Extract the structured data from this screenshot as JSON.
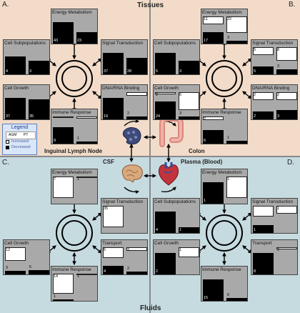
{
  "quadrant_labels": {
    "a": "A.",
    "b": "B.",
    "c": "C.",
    "d": "D."
  },
  "sections": {
    "tissues": "Tissues",
    "fluids": "Fluids"
  },
  "sublabels": {
    "ln": "Inguinal Lymph Node",
    "colon": "Colon",
    "csf": "CSF",
    "plasma": "Plasma (Blood)"
  },
  "legend": {
    "title": "Legend",
    "col_agm": "AGM",
    "col_pt": "PT",
    "increased": "Increased",
    "decreased": "Decreased"
  },
  "colors": {
    "tissue_bg": "#f2dcc9",
    "fluid_bg": "#c6dbe0",
    "panel_bg": "#a9a9a9",
    "increased": "#ffffff",
    "decreased": "#000000"
  },
  "icons": [
    "lymph-node-icon",
    "colon-icon",
    "brain-icon",
    "heart-icon"
  ],
  "categories": [
    "Energy Metabolism",
    "Cell Subpopulations",
    "Signal Transduction",
    "Cell Growth",
    "DNA/RNA Binding",
    "Immune Response",
    "Transport"
  ],
  "quadrants": {
    "a": {
      "name": "Inguinal Lymph Node",
      "panels": {
        "energy": {
          "title": "Energy Metabolism",
          "agm": {
            "inc": "",
            "dec": "43",
            "inc_frac": 0,
            "dec_frac": 0.78
          },
          "pt": {
            "inc": "",
            "dec": "23",
            "inc_frac": 0,
            "dec_frac": 0.42
          }
        },
        "cellsub": {
          "title": "Cell Subpopulations",
          "agm": {
            "inc": "",
            "dec": "4",
            "inc_frac": 0,
            "dec_frac": 0.66
          },
          "pt": {
            "inc": "",
            "dec": "3",
            "inc_frac": 0,
            "dec_frac": 0.5
          }
        },
        "signal": {
          "title": "Signal Transduction",
          "agm": {
            "inc": "",
            "dec": "37",
            "inc_frac": 0,
            "dec_frac": 0.78
          },
          "pt": {
            "inc": "",
            "dec": "28",
            "inc_frac": 0,
            "dec_frac": 0.6
          }
        },
        "growth": {
          "title": "Cell Growth",
          "agm": {
            "inc": "",
            "dec": "37",
            "inc_frac": 0,
            "dec_frac": 0.78
          },
          "pt": {
            "inc": "",
            "dec": "35",
            "inc_frac": 0,
            "dec_frac": 0.74
          }
        },
        "dna": {
          "title": "DNA/RNA Binding",
          "agm": {
            "inc": "",
            "dec": "19",
            "inc_frac": 0,
            "dec_frac": 0.78
          },
          "pt": {
            "inc": "",
            "dec": "2",
            "inc_frac": 0.12,
            "dec_frac": 0.1
          }
        },
        "immune": {
          "title": "Immune Response",
          "agm": {
            "inc": "",
            "dec": "9",
            "inc_frac": 0.05,
            "dec_frac": 0.6
          },
          "pt": {
            "inc": "",
            "dec": "1",
            "inc_frac": 0.08,
            "dec_frac": 0.08
          }
        }
      }
    },
    "b": {
      "name": "Colon",
      "panels": {
        "energy": {
          "title": "Energy Metabolism",
          "agm": {
            "inc": "11",
            "dec": "17",
            "inc_frac": 0.3,
            "dec_frac": 0.42
          },
          "pt": {
            "inc": "22",
            "dec": "3",
            "inc_frac": 0.6,
            "dec_frac": 0.1
          }
        },
        "cellsub": {
          "title": "Cell Subpopulations",
          "agm": {
            "inc": "",
            "dec": "5",
            "inc_frac": 0,
            "dec_frac": 0.78
          },
          "pt": {
            "inc": "",
            "dec": "3",
            "inc_frac": 0,
            "dec_frac": 0.5
          }
        },
        "signal": {
          "title": "Signal Transduction",
          "agm": {
            "inc": "5",
            "dec": "5",
            "inc_frac": 0.3,
            "dec_frac": 0.3
          },
          "pt": {
            "inc": "8",
            "dec": "3",
            "inc_frac": 0.5,
            "dec_frac": 0.18
          }
        },
        "growth": {
          "title": "Cell Growth",
          "agm": {
            "inc": "2",
            "dec": "24",
            "inc_frac": 0.08,
            "dec_frac": 0.66
          },
          "pt": {
            "inc": "6",
            "dec": "3",
            "inc_frac": 0.66,
            "dec_frac": 0.1
          }
        },
        "dna": {
          "title": "DNA/RNA Binding",
          "agm": {
            "inc": "2",
            "dec": "2",
            "inc_frac": 0.3,
            "dec_frac": 0.3
          },
          "pt": {
            "inc": "2",
            "dec": "3",
            "inc_frac": 0.28,
            "dec_frac": 0.34
          }
        },
        "immune": {
          "title": "Immune Response",
          "agm": {
            "inc": "2",
            "dec": "6",
            "inc_frac": 0.12,
            "dec_frac": 0.5
          },
          "pt": {
            "inc": "",
            "dec": "1",
            "inc_frac": 0,
            "dec_frac": 0.1
          }
        }
      }
    },
    "c": {
      "name": "CSF",
      "panels": {
        "energy": {
          "title": "Energy Metabolism",
          "agm": {
            "inc": "7",
            "dec": "",
            "inc_frac": 0.78,
            "dec_frac": 0
          },
          "pt": {
            "inc": "1",
            "dec": "",
            "inc_frac": 0.06,
            "dec_frac": 0
          }
        },
        "signal": {
          "title": "Signal Transduction",
          "agm": {
            "inc": "35",
            "dec": "",
            "inc_frac": 0.78,
            "dec_frac": 0
          },
          "pt": {
            "inc": "",
            "dec": "",
            "inc_frac": 0,
            "dec_frac": 0
          }
        },
        "growth": {
          "title": "Cell Growth",
          "agm": {
            "inc": "12",
            "dec": "3",
            "inc_frac": 0.5,
            "dec_frac": 0.12
          },
          "pt": {
            "inc": "",
            "dec": "5",
            "inc_frac": 0,
            "dec_frac": 0.16
          }
        },
        "transport": {
          "title": "Transport",
          "agm": {
            "inc": "5",
            "dec": "4",
            "inc_frac": 0.4,
            "dec_frac": 0.32
          },
          "pt": {
            "inc": "3",
            "dec": "2",
            "inc_frac": 0.12,
            "dec_frac": 0.1
          }
        },
        "immune": {
          "title": "Immune Response",
          "agm": {
            "inc": "14",
            "dec": "1",
            "inc_frac": 0.74,
            "dec_frac": 0.05
          },
          "pt": {
            "inc": "1",
            "dec": "",
            "inc_frac": 0.05,
            "dec_frac": 0
          }
        }
      }
    },
    "d": {
      "name": "Plasma (Blood)",
      "panels": {
        "energy": {
          "title": "Energy Metabolism",
          "agm": {
            "inc": "",
            "dec": "1",
            "inc_frac": 0,
            "dec_frac": 0.78
          },
          "pt": {
            "inc": "1",
            "dec": "",
            "inc_frac": 0.78,
            "dec_frac": 0
          }
        },
        "cellsub": {
          "title": "Cell Subpopulations",
          "agm": {
            "inc": "",
            "dec": "4",
            "inc_frac": 0,
            "dec_frac": 0.78
          },
          "pt": {
            "inc": "",
            "dec": "1",
            "inc_frac": 0,
            "dec_frac": 0.22
          }
        },
        "signal": {
          "title": "Signal Transduction",
          "agm": {
            "inc": "",
            "dec": "1",
            "inc_frac": 0.4,
            "dec_frac": 0.3
          },
          "pt": {
            "inc": "1",
            "dec": "",
            "inc_frac": 0.3,
            "dec_frac": 0
          }
        },
        "growth": {
          "title": "Cell Growth",
          "agm": {
            "inc": "",
            "dec": "2",
            "inc_frac": 0,
            "dec_frac": 0.78
          },
          "pt": {
            "inc": "1",
            "dec": "",
            "inc_frac": 0.36,
            "dec_frac": 0
          }
        },
        "transport": {
          "title": "Transport",
          "agm": {
            "inc": "",
            "dec": "8",
            "inc_frac": 0,
            "dec_frac": 0.78
          },
          "pt": {
            "inc": "2",
            "dec": "",
            "inc_frac": 0.08,
            "dec_frac": 0
          }
        },
        "immune": {
          "title": "Immune Response",
          "agm": {
            "inc": "",
            "dec": "15",
            "inc_frac": 0,
            "dec_frac": 0.78
          },
          "pt": {
            "inc": "",
            "dec": "6",
            "inc_frac": 0,
            "dec_frac": 0.1
          }
        }
      }
    }
  }
}
